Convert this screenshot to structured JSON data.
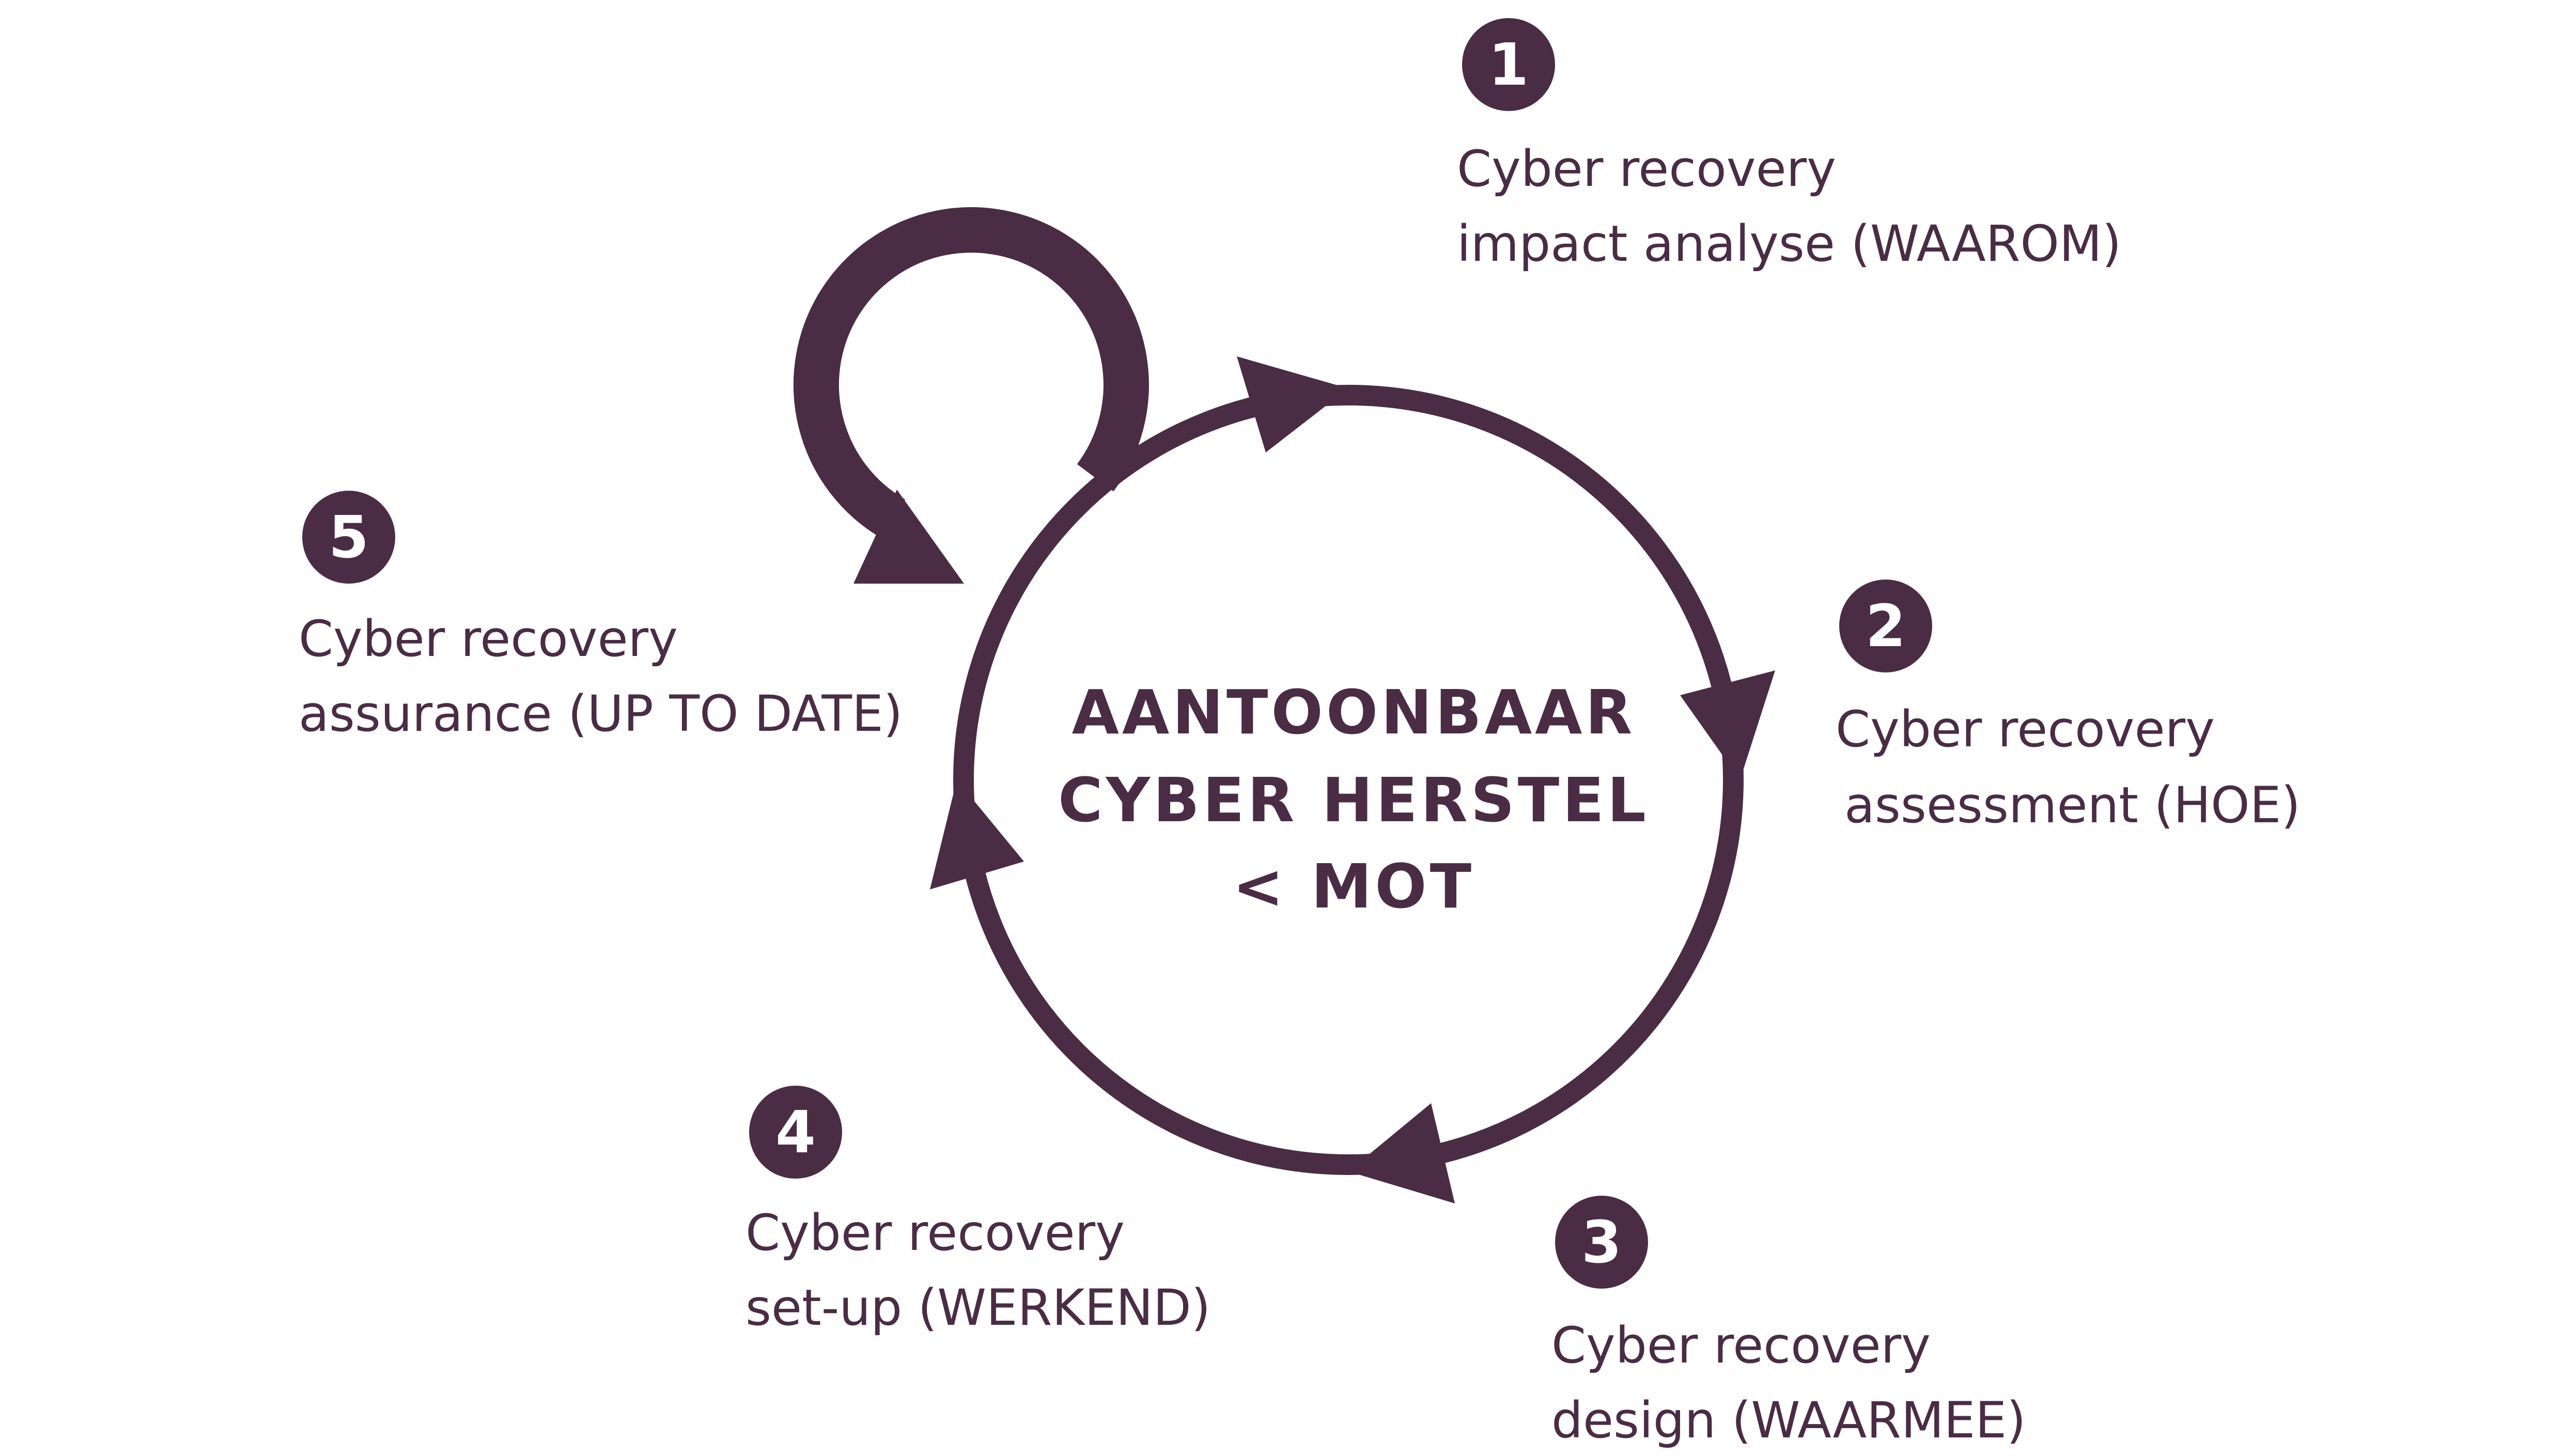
{
  "colors": {
    "primary": "#4a2c45",
    "background": "#ffffff"
  },
  "center": {
    "line1": "AANTOONBAAR",
    "line2": "CYBER HERSTEL",
    "line3": "< MOT"
  },
  "steps": [
    {
      "number": "1",
      "line1": "Cyber recovery",
      "line2": "impact analyse (WAAROM)"
    },
    {
      "number": "2",
      "line1": "Cyber recovery",
      "line2": "assessment (HOE)"
    },
    {
      "number": "3",
      "line1": "Cyber recovery",
      "line2": "design (WAARMEE)"
    },
    {
      "number": "4",
      "line1": "Cyber recovery",
      "line2": "set-up (WERKEND)"
    },
    {
      "number": "5",
      "line1": "Cyber recovery",
      "line2": "assurance (UP TO DATE)"
    }
  ]
}
